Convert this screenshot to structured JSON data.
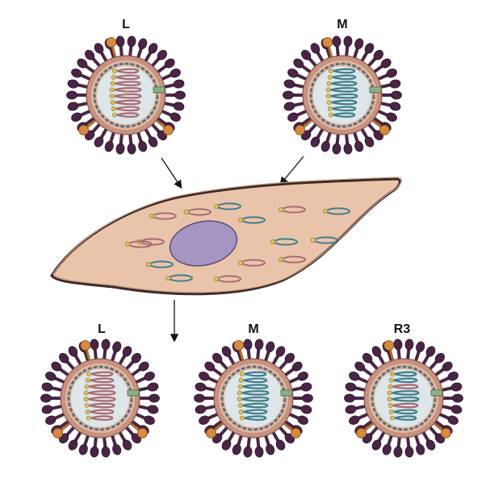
{
  "figure": {
    "colors": {
      "spike": "#4a2545",
      "spike_stroke": "#2d1229",
      "envelope_outer": "#c9927e",
      "envelope_inner": "#e3b9a3",
      "matrix": "#5d6f7a",
      "interior": "#dde6e8",
      "protein_stalk": "#b46a2c",
      "protein_head": "#d88a3c",
      "pink_strand": "#a86a72",
      "teal_strand": "#3f7d8c",
      "nucleoprotein": "#e0c060",
      "cell_body": "#e9c4ab",
      "cell_outline": "#3a2a26",
      "nucleus": "#a595c2",
      "nucleus_outline": "#5c4a72",
      "arrow": "#111111",
      "green_channel": "#8fae86"
    },
    "parent_viruses": [
      {
        "label": "L",
        "genome_color": "pink"
      },
      {
        "label": "M",
        "genome_color": "teal"
      }
    ],
    "host_cell": {
      "description_icon": "infected-cell",
      "segments": [
        {
          "color": "pink"
        },
        {
          "color": "pink"
        },
        {
          "color": "teal"
        },
        {
          "color": "teal"
        },
        {
          "color": "pink"
        },
        {
          "color": "teal"
        },
        {
          "color": "pink"
        },
        {
          "color": "teal"
        },
        {
          "color": "teal"
        },
        {
          "color": "teal"
        },
        {
          "color": "pink"
        },
        {
          "color": "pink"
        },
        {
          "color": "teal"
        },
        {
          "color": "pink"
        },
        {
          "color": "pink"
        }
      ]
    },
    "progeny_viruses": [
      {
        "label": "L",
        "genome_color": "pink"
      },
      {
        "label": "M",
        "genome_color": "teal"
      },
      {
        "label": "R3",
        "genome_color": "mixed"
      }
    ],
    "arrows": [
      {
        "from": "L",
        "to": "host-cell"
      },
      {
        "from": "M",
        "to": "host-cell"
      },
      {
        "from": "host-cell",
        "to": "progeny"
      }
    ]
  }
}
